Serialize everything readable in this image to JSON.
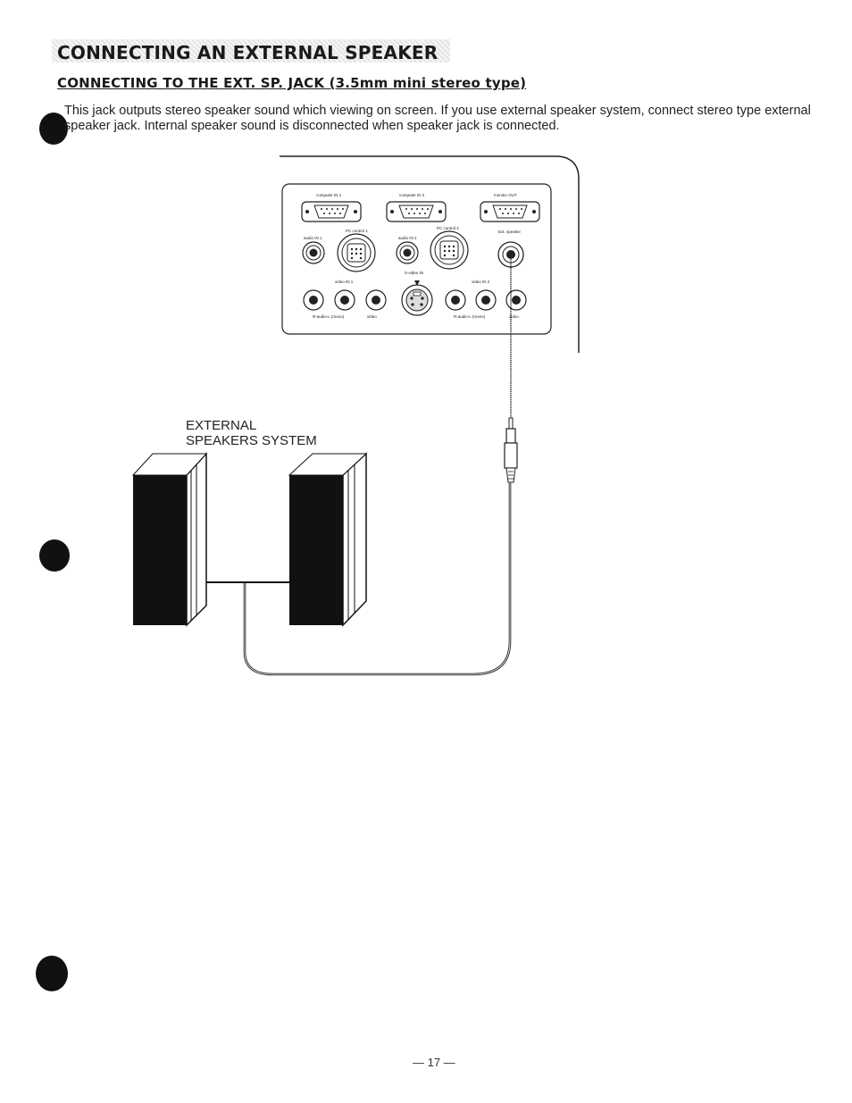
{
  "heading": {
    "title": "CONNECTING AN EXTERNAL SPEAKER",
    "subtitle": "CONNECTING TO THE EXT. SP. JACK (3.5mm mini stereo type)"
  },
  "body": {
    "text": "This jack outputs stereo speaker sound which viewing on screen. If you use external speaker system, connect stereo type external speaker jack. Internal speaker sound is disconnected when speaker jack is connected."
  },
  "panel": {
    "labels": {
      "computer_in_1": "computer IN 1",
      "computer_in_2": "computer IN 2",
      "monitor_out": "monitor OUT",
      "pc_control_1": "PC control 1",
      "pc_control_2": "PC control 2",
      "audio_in_1": "audio IN 1",
      "audio_in_2": "audio IN 2",
      "ext_speaker": "Ext. speaker",
      "s_video_in": "S-video IN",
      "video_in_1": "video IN 1",
      "video_in_2": "video IN 2",
      "r_audio_l_1": "R-audio-L (mono)",
      "video_1": "video",
      "r_audio_l_2": "R-audio-L (mono)",
      "video_2": "video"
    }
  },
  "diagram": {
    "label_line1": "EXTERNAL",
    "label_line2": "SPEAKERS SYSTEM"
  },
  "footer": {
    "page_number": "— 17 —"
  }
}
